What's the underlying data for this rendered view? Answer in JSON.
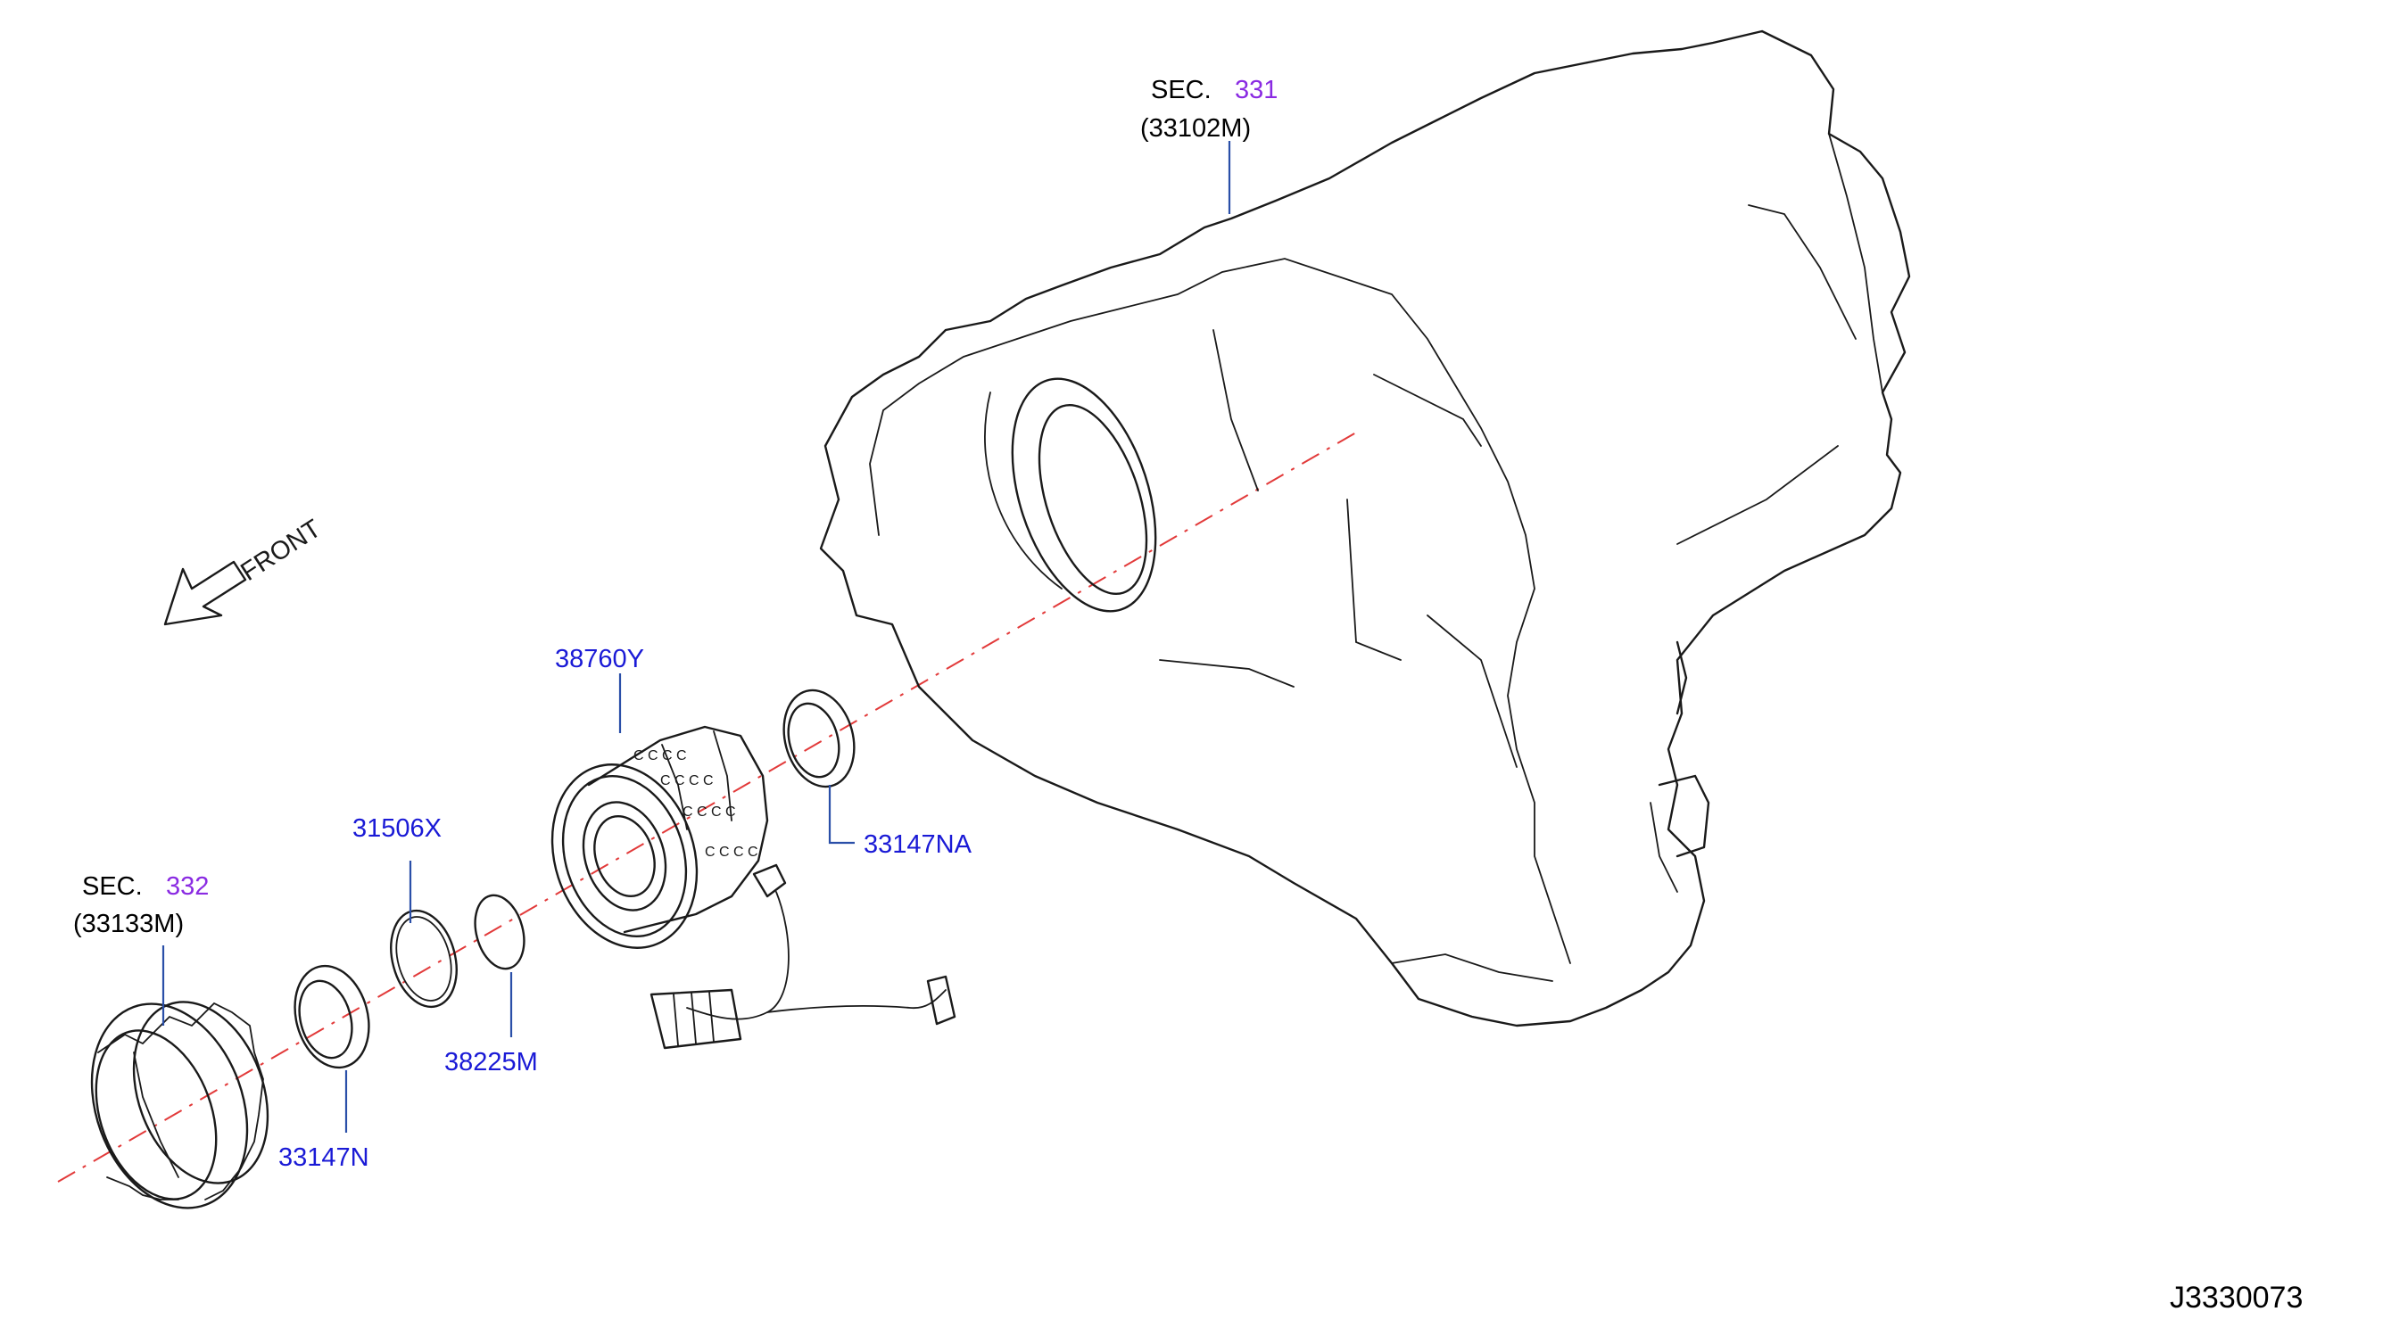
{
  "diagram_id": "J3330073",
  "front_label": "FRONT",
  "sections": [
    {
      "prefix": "SEC.",
      "number": "331",
      "code": "(33102M)"
    },
    {
      "prefix": "SEC.",
      "number": "332",
      "code": "(33133M)"
    }
  ],
  "parts": {
    "p1": "38760Y",
    "p2": "33147NA",
    "p3": "31506X",
    "p4": "38225M",
    "p5": "33147N"
  },
  "colors": {
    "part_number": "#1a1ad6",
    "section_number": "#8a2be2",
    "leader": "#2a4fa8",
    "axis": "#e23a3a",
    "line": "#1a1a1a"
  }
}
